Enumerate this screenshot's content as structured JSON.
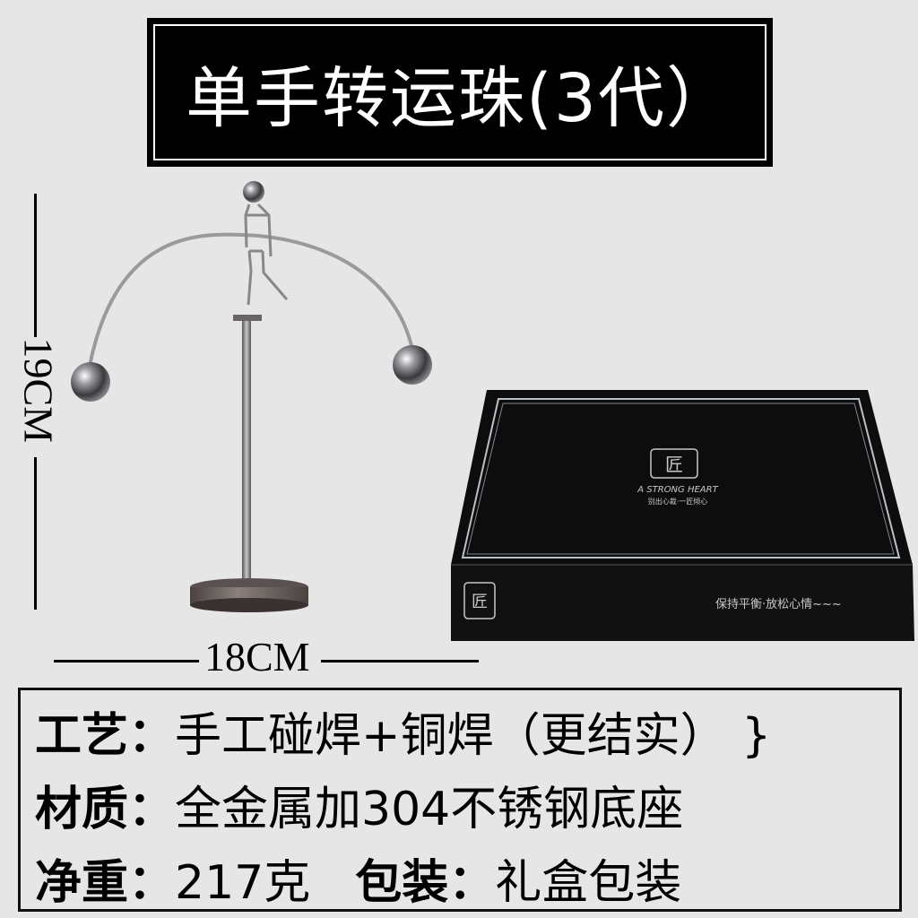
{
  "title": "单手转运珠(3代）",
  "dimensions": {
    "height_label": "19CM",
    "width_label": "18CM"
  },
  "product_image": {
    "description": "stainless steel balancing figure toy with arc and two balls on round base",
    "icon": "balance-toy-image"
  },
  "gift_box": {
    "logo_char": "匠",
    "english_tagline": "A STRONG HEART",
    "chinese_tagline": "别出心裁·一匠倾心",
    "side_text": "保持平衡·放松心情~~~"
  },
  "specs": {
    "craft_label": "工艺：",
    "craft_value": "手工碰焊+铜焊（更结实）",
    "material_label": "材质：",
    "material_value": "全金属加304不锈钢底座",
    "weight_label": "净重：",
    "weight_value": "217克",
    "packaging_label": "包装：",
    "packaging_value": "礼盒包装"
  },
  "colors": {
    "background": "#e6e6e6",
    "title_bg": "#000000",
    "title_text": "#ffffff",
    "box_black": "#0d0d0d",
    "silver": "#c8c8cc"
  }
}
